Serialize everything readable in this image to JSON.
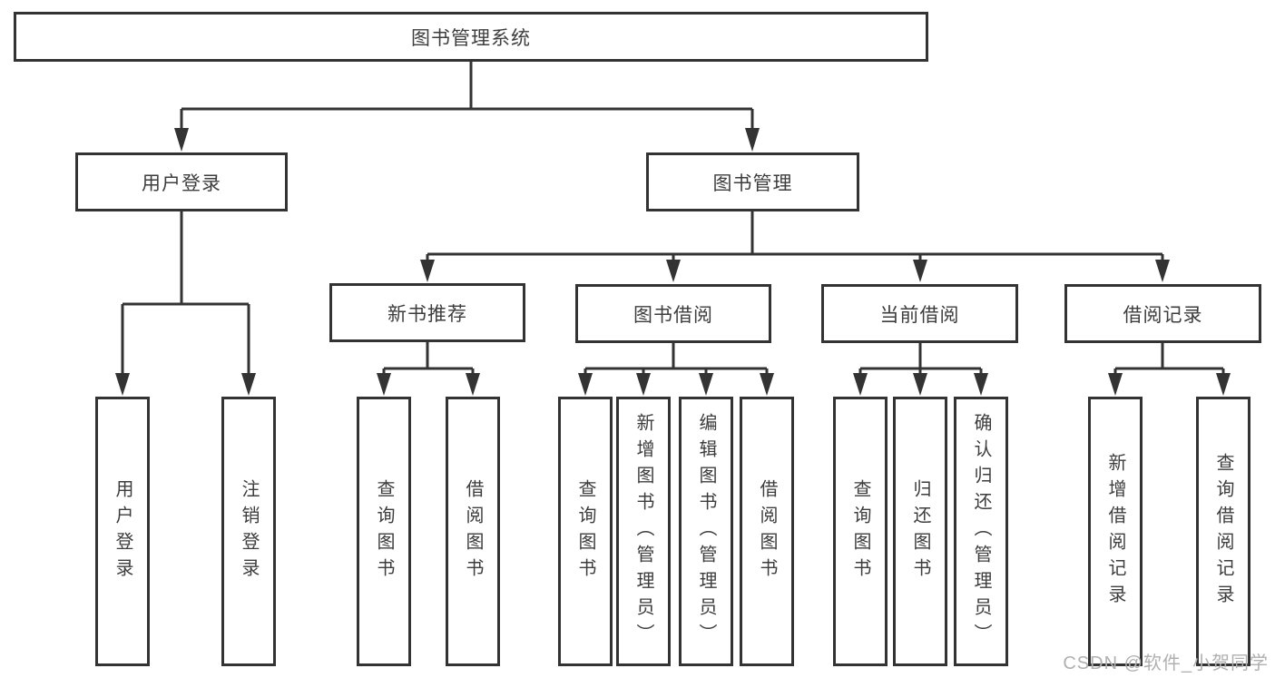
{
  "diagram": {
    "root": {
      "label": "图书管理系统"
    },
    "branches": [
      {
        "label": "用户登录",
        "children": [
          {
            "label": "用户登录"
          },
          {
            "label": "注销登录"
          }
        ]
      },
      {
        "label": "图书管理",
        "children": [
          {
            "label": "新书推荐",
            "children": [
              {
                "label": "查询图书"
              },
              {
                "label": "借阅图书"
              }
            ]
          },
          {
            "label": "图书借阅",
            "children": [
              {
                "label": "查询图书"
              },
              {
                "label": "新增图书（管理员）"
              },
              {
                "label": "编辑图书（管理员）"
              },
              {
                "label": "借阅图书"
              }
            ]
          },
          {
            "label": "当前借阅",
            "children": [
              {
                "label": "查询图书"
              },
              {
                "label": "归还图书"
              },
              {
                "label": "确认归还（管理员）"
              }
            ]
          },
          {
            "label": "借阅记录",
            "children": [
              {
                "label": "新增借阅记录"
              },
              {
                "label": "查询借阅记录"
              }
            ]
          }
        ]
      }
    ]
  },
  "watermark": {
    "text": "CSDN @软件_小贺同学"
  },
  "colors": {
    "line": "#333333",
    "box_border": "#333333",
    "text": "#3d3d3d",
    "watermark": "#b0b0b0",
    "background": "#ffffff"
  }
}
